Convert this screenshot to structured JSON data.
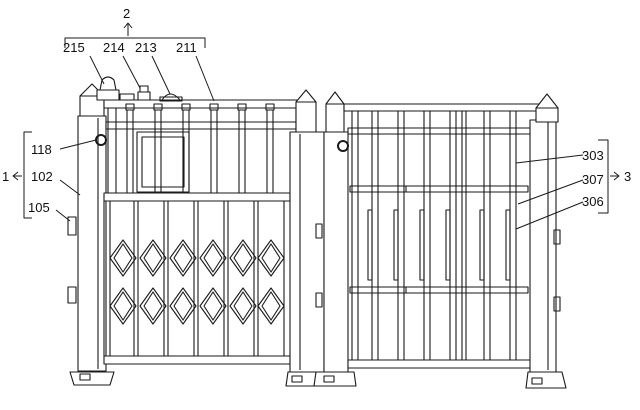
{
  "figure": {
    "labels": {
      "group2": "2",
      "group1": "1",
      "group3": "3",
      "n215": "215",
      "n214": "214",
      "n213": "213",
      "n211": "211",
      "n118": "118",
      "n102": "102",
      "n105": "105",
      "n303": "303",
      "n307": "307",
      "n306": "306"
    },
    "line_color": "#1a1a1a",
    "background": "#ffffff"
  }
}
